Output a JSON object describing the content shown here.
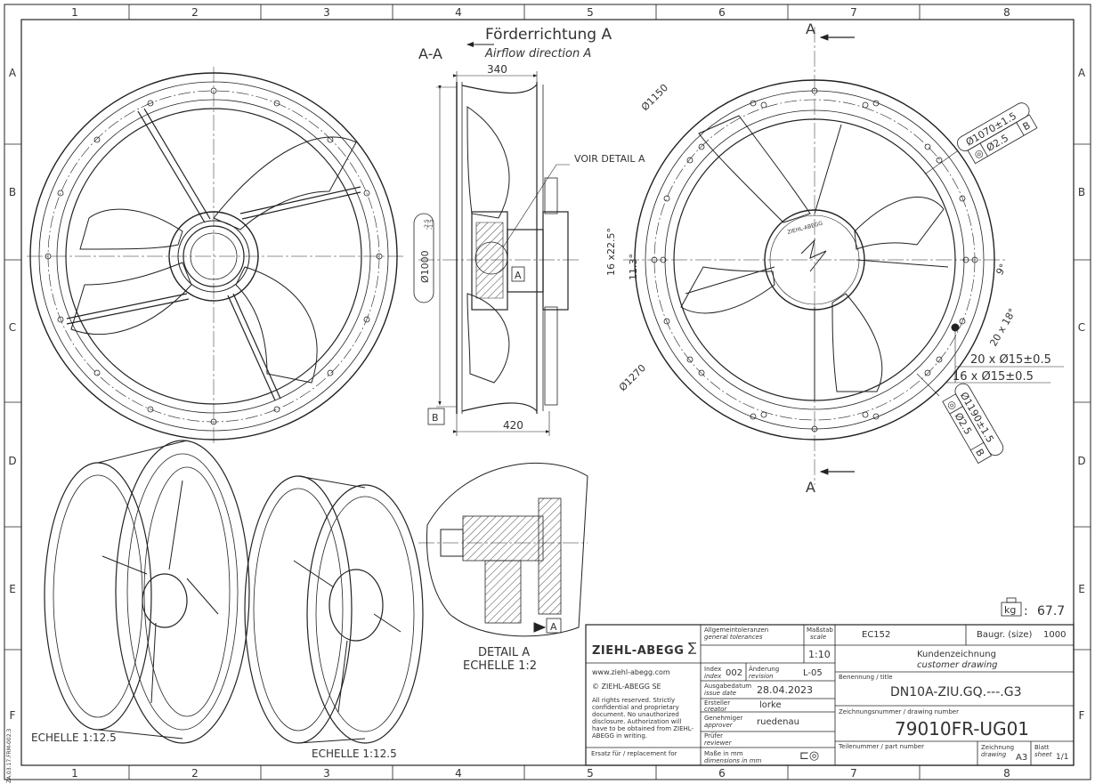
{
  "frame": {
    "cols": [
      "1",
      "2",
      "3",
      "4",
      "5",
      "6",
      "7",
      "8"
    ],
    "rows": [
      "A",
      "B",
      "C",
      "D",
      "E",
      "F"
    ],
    "side_code": "ZA.03.17.FRM-002.3"
  },
  "section": {
    "label": "A-A",
    "direction_de": "Förderrichtung A",
    "direction_en": "Airflow direction A",
    "dim_top": "340",
    "dim_bottom": "420",
    "dim_dia": "Ø1000",
    "dim_tol_upper": "-2.5",
    "dim_tol_lower": "-1.5",
    "voir_detail": "VOIR DETAIL A",
    "tag_a": "A",
    "tag_b": "B"
  },
  "front": {
    "dim_1150": "Ø1150",
    "dim_1270": "Ø1270",
    "dim_16x22": "16 x22.5°",
    "dim_11": "11.3°",
    "dim_9": "9°",
    "dim_20x18": "20 x 18°",
    "holes_20": "20 x Ø15±0.5",
    "holes_16": "16 x Ø15±0.5",
    "tol_1070": "Ø1070±1.5",
    "tol_1190": "Ø1190±1.5",
    "tol_pos": "Ø2.5",
    "tol_ref": "B",
    "cut_a": "A",
    "brand_hub": "ZIEHL-ABEGG"
  },
  "detail": {
    "title": "DETAIL A",
    "scale": "ECHELLE 1:2",
    "tag": "A"
  },
  "iso": {
    "scale_left": "ECHELLE 1:12.5",
    "scale_right": "ECHELLE 1:12.5"
  },
  "weight": {
    "unit": "kg",
    "value": "67.7"
  },
  "titleblock": {
    "logo": "ZIEHL-ABEGG",
    "web": "www.ziehl-abegg.com",
    "copyright": "© ZIEHL-ABEGG SE",
    "rights": "All rights reserved. Strictly confidential and proprietary document. No unauthorized disclosure. Authorization will have to be obtained from ZIEHL-ABEGG in writing.",
    "replace": "Ersatz für / replacement for",
    "tol_de": "Allgemeintoleranzen",
    "tol_en": "general tolerances",
    "scale_de": "Maßstab",
    "scale_en": "scale",
    "scale_val": "1:10",
    "index_de": "Index",
    "index_en": "index",
    "index_val": "002",
    "rev_de": "Änderung",
    "rev_en": "revision",
    "rev_val": "L-05",
    "issue_de": "Ausgabedatum",
    "issue_en": "issue date",
    "issue_val": "28.04.2023",
    "creator_de": "Ersteller",
    "creator_en": "creator",
    "creator_val": "lorke",
    "approver_de": "Genehmiger",
    "approver_en": "approver",
    "approver_val": "ruedenau",
    "reviewer_de": "Prüfer",
    "reviewer_en": "reviewer",
    "dims_de": "Maße in mm",
    "dims_en": "dimensions in mm",
    "ec": "EC152",
    "size_label": "Baugr. (size)",
    "size_val": "1000",
    "kd_de": "Kundenzeichnung",
    "kd_en": "customer drawing",
    "title_label": "Benennung / title",
    "title_val": "DN10A-ZIU.GQ.---.G3",
    "drawno_label": "Zeichnungsnummer / drawing number",
    "drawno_val": "79010FR-UG01",
    "partno_label": "Teilenummer / part number",
    "drawing_de": "Zeichnung",
    "drawing_en": "drawing",
    "format": "A3",
    "sheet_de": "Blatt",
    "sheet_en": "sheet",
    "sheet_val": "1/1"
  }
}
